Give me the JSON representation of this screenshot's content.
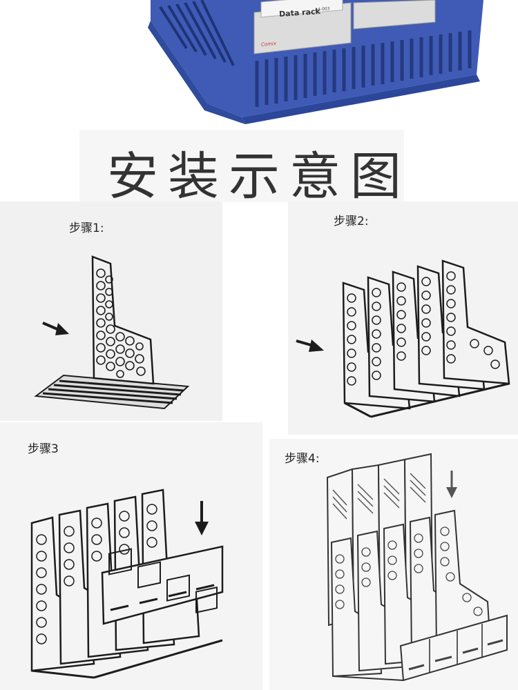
{
  "page_title": "安装示意图",
  "photo": {
    "label_text": "Data rack",
    "label_model": "A4-003",
    "brand_text": "Comix",
    "body_color": "#3f5bb5"
  },
  "steps": [
    {
      "label": "步骤1:"
    },
    {
      "label": "步骤2:"
    },
    {
      "label": "步骤3"
    },
    {
      "label": "步骤4:"
    }
  ],
  "colors": {
    "line": "#1c1c1c",
    "panel": "#f1f1f1"
  },
  "icons": [
    "arrow-right-icon",
    "arrow-down-icon"
  ]
}
